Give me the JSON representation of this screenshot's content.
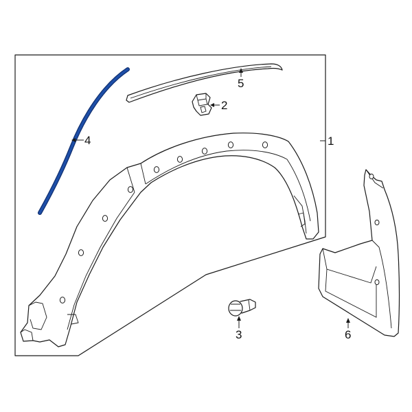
{
  "diagram": {
    "callouts": [
      {
        "id": "1",
        "label": "1",
        "part": "fender-flare"
      },
      {
        "id": "2",
        "label": "2",
        "part": "clip"
      },
      {
        "id": "3",
        "label": "3",
        "part": "push-pin-retainer"
      },
      {
        "id": "4",
        "label": "4",
        "part": "weatherstrip-seal"
      },
      {
        "id": "5",
        "label": "5",
        "part": "trim-molding-strip"
      },
      {
        "id": "6",
        "label": "6",
        "part": "mud-flap"
      }
    ],
    "colors": {
      "line": "#1a1a1a",
      "highlight": "#1e4fa8",
      "highlight_edge": "#0f2e6e",
      "background": "#ffffff"
    }
  }
}
